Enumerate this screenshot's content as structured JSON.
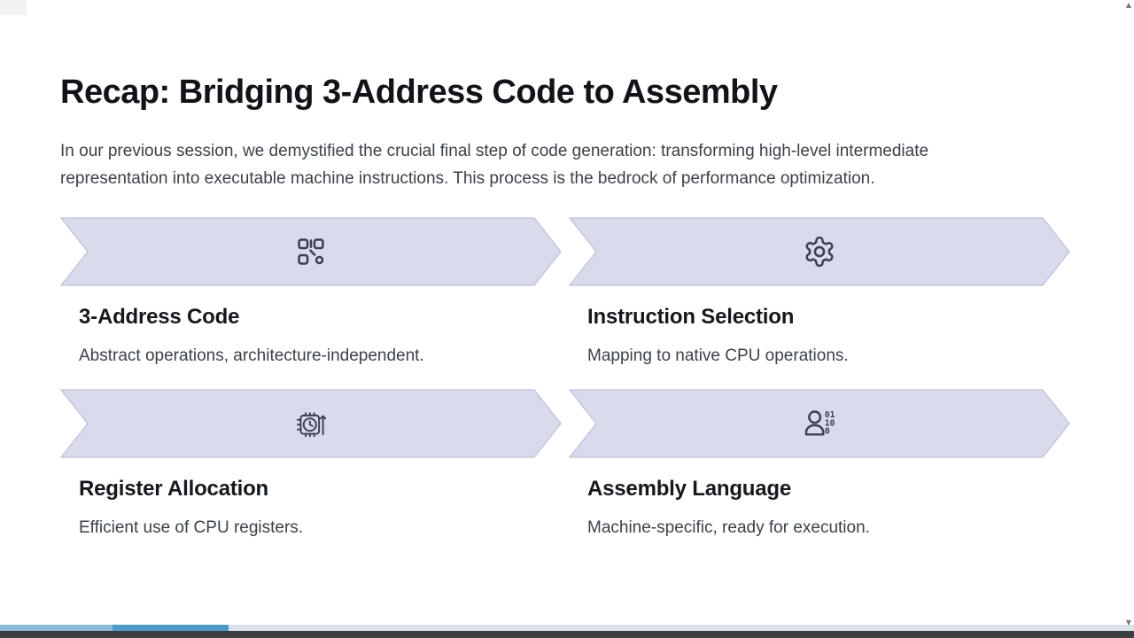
{
  "slide": {
    "title": "Recap: Bridging 3-Address Code to Assembly",
    "intro": "In our previous session, we demystified the crucial final step of code generation: transforming high-level intermediate representation into executable machine instructions. This process is the bedrock of performance optimization.",
    "steps": [
      {
        "title": "3-Address Code",
        "description": "Abstract operations, architecture-independent.",
        "icon": "qr-code-icon"
      },
      {
        "title": "Instruction Selection",
        "description": "Mapping to native CPU operations.",
        "icon": "gear-icon"
      },
      {
        "title": "Register Allocation",
        "description": "Efficient use of CPU registers.",
        "icon": "cpu-clock-icon"
      },
      {
        "title": "Assembly Language",
        "description": "Machine-specific, ready for execution.",
        "icon": "user-binary-icon",
        "icon_bits": [
          "01",
          "10",
          "0"
        ]
      }
    ],
    "colors": {
      "banner_fill": "#d9dbec",
      "banner_border": "#bfc2d9",
      "icon_stroke": "#3b4055",
      "title_text": "#111318",
      "body_text": "#3b4149"
    }
  },
  "player": {
    "progress_track_color": "#dbe2ea",
    "progress_buffered_color": "#8bb9d6",
    "progress_played_color": "#4e9bc6",
    "bottom_bar_color": "#3a3e41"
  },
  "scrollbar": {
    "up_arrow": "▲",
    "down_arrow": "▼"
  }
}
